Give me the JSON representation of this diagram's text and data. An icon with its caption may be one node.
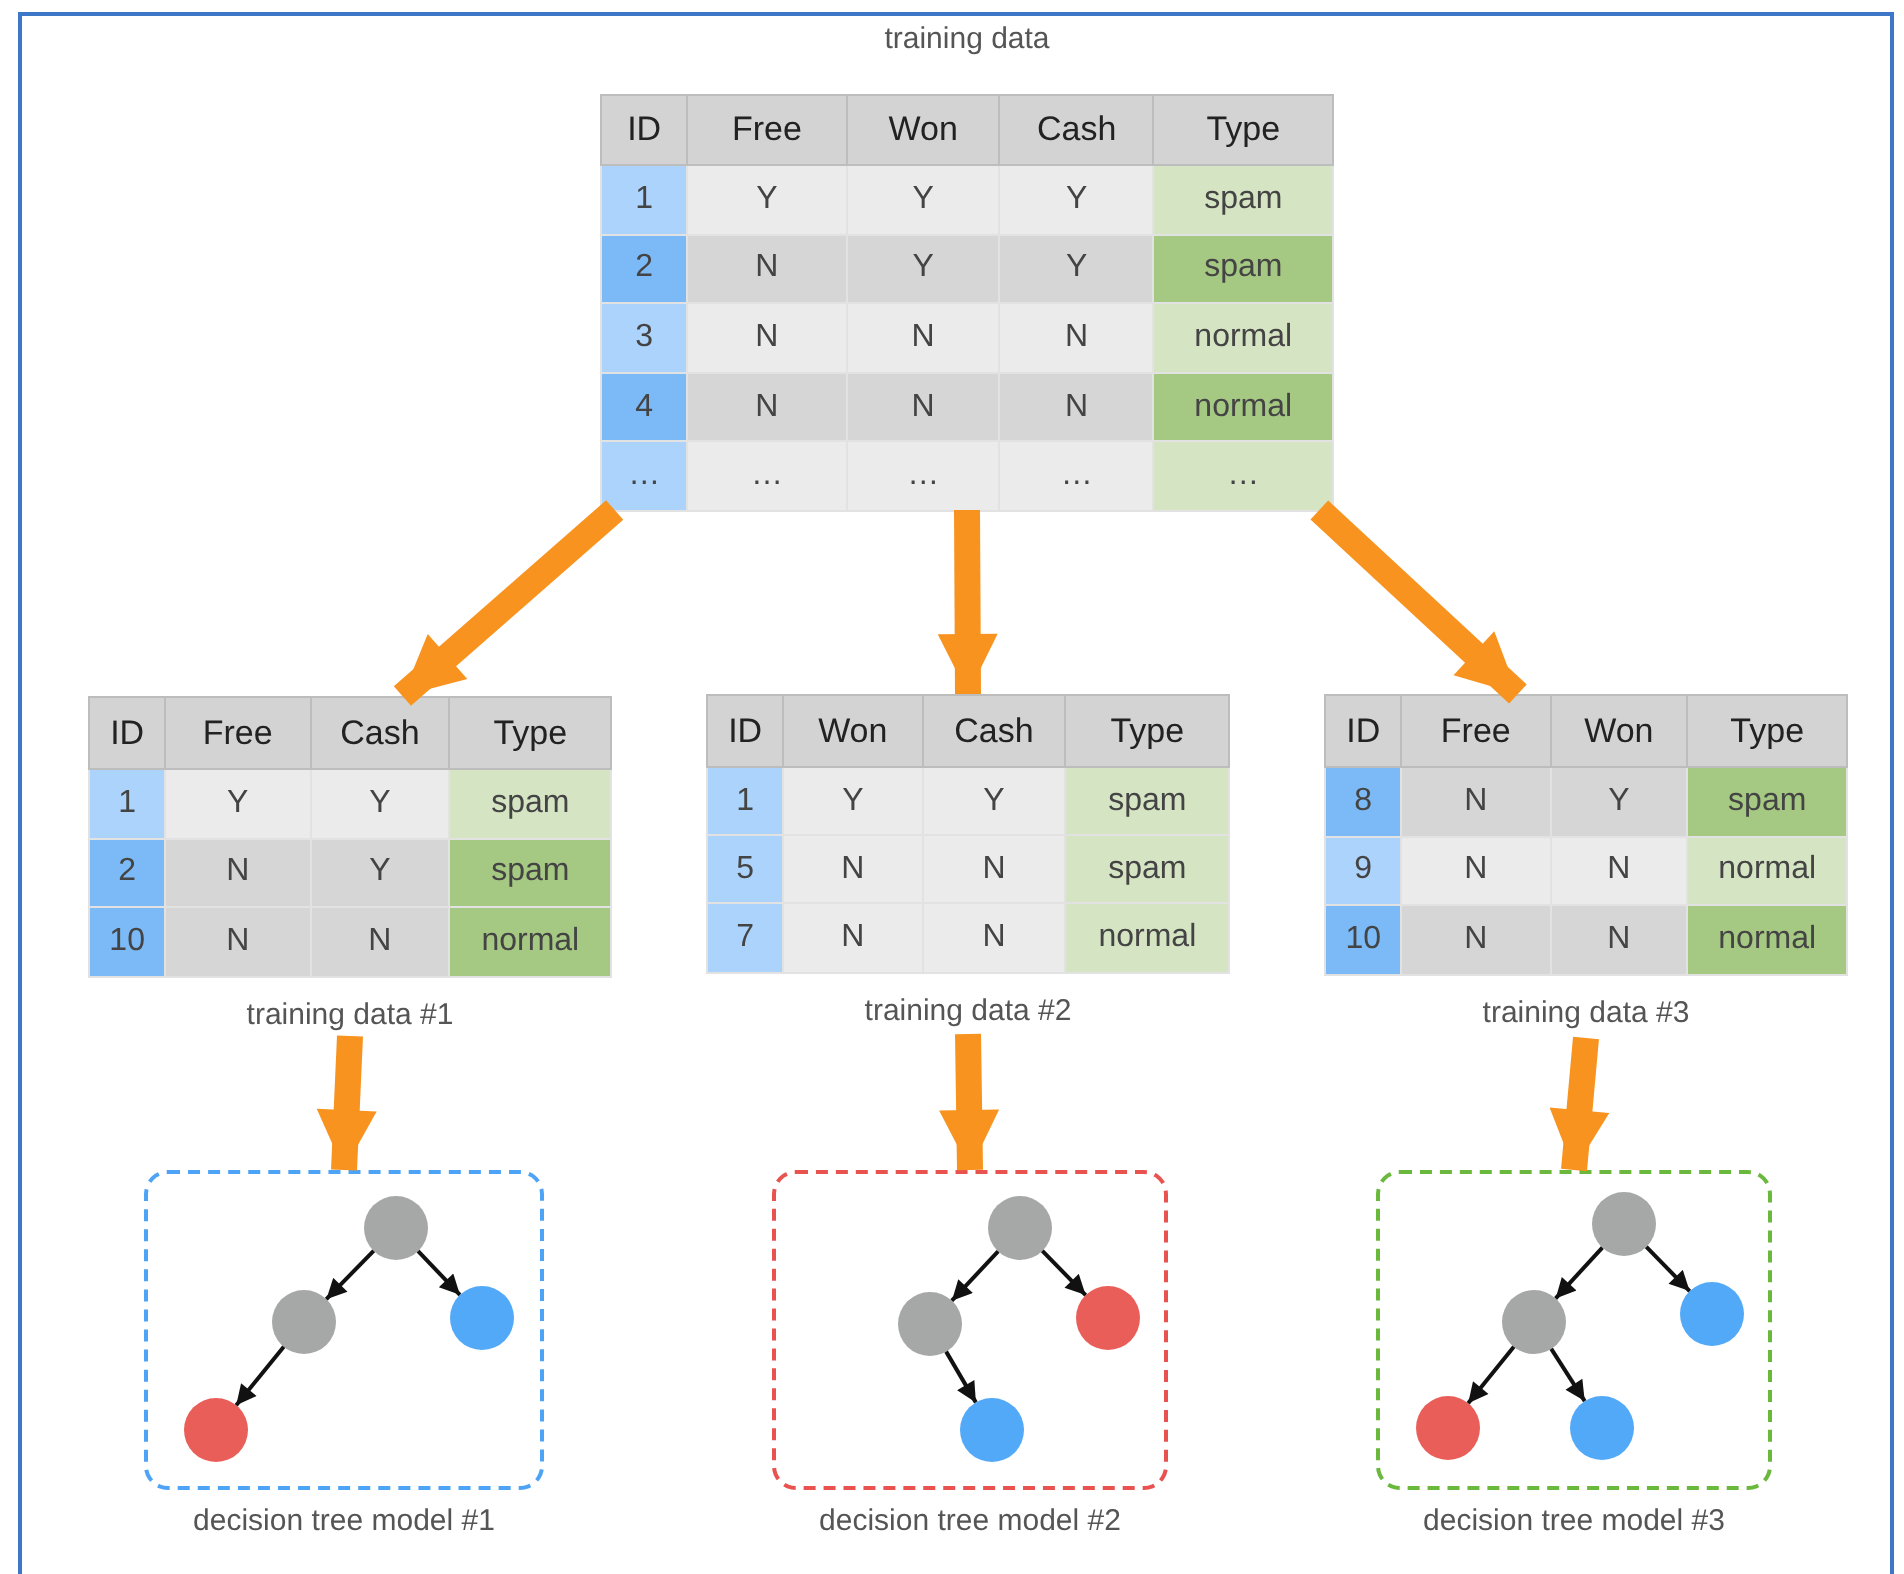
{
  "diagram": {
    "nodes": [
      {
        "text": [
          "training data"
        ]
      },
      {
        "text": [
          "training data #1"
        ]
      },
      {
        "text": [
          "training data #2"
        ]
      },
      {
        "text": [
          "training data #3"
        ]
      },
      {
        "text": [
          "decision tree model #1"
        ]
      },
      {
        "text": [],
        "shape": "circle",
        "in": 4
      },
      {
        "text": [],
        "shape": "circle",
        "in": 4
      },
      {
        "text": [],
        "shape": "circle",
        "in": 4
      },
      {
        "text": [],
        "shape": "circle",
        "in": 4
      },
      {
        "text": [
          "decision tree model #2"
        ]
      },
      {
        "text": [],
        "shape": "circle",
        "in": 9
      },
      {
        "text": [],
        "shape": "circle",
        "in": 9
      },
      {
        "text": [],
        "shape": "circle",
        "in": 9
      },
      {
        "text": [],
        "shape": "circle",
        "in": 9
      },
      {
        "text": [
          "decision tree model #3"
        ]
      },
      {
        "text": [],
        "shape": "circle",
        "in": 14
      },
      {
        "text": [],
        "shape": "circle",
        "in": 14
      },
      {
        "text": [],
        "shape": "circle",
        "in": 14
      },
      {
        "text": [],
        "shape": "circle",
        "in": 14
      },
      {
        "text": [],
        "shape": "circle",
        "in": 14
      }
    ],
    "edges": [
      {
        "from": 0,
        "to": 1,
        "arrow": "to",
        "style": "thick",
        "color": "#f7931e"
      },
      {
        "from": 0,
        "to": 2,
        "arrow": "to",
        "style": "thick",
        "color": "#f7931e"
      },
      {
        "from": 0,
        "to": 3,
        "arrow": "to",
        "style": "thick",
        "color": "#f7931e"
      },
      {
        "from": 1,
        "to": 4,
        "arrow": "to",
        "style": "thick",
        "color": "#f7931e"
      },
      {
        "from": 2,
        "to": 9,
        "arrow": "to",
        "style": "thick",
        "color": "#f7931e"
      },
      {
        "from": 3,
        "to": 14,
        "arrow": "to",
        "style": "thick",
        "color": "#f7931e"
      },
      {
        "from": 5,
        "to": 6,
        "arrow": "to"
      },
      {
        "from": 5,
        "to": 7,
        "arrow": "to"
      },
      {
        "from": 6,
        "to": 8,
        "arrow": "to"
      },
      {
        "from": 10,
        "to": 11,
        "arrow": "to"
      },
      {
        "from": 10,
        "to": 12,
        "arrow": "to"
      },
      {
        "from": 11,
        "to": 13,
        "arrow": "to"
      },
      {
        "from": 15,
        "to": 16,
        "arrow": "to"
      },
      {
        "from": 15,
        "to": 17,
        "arrow": "to"
      },
      {
        "from": 16,
        "to": 18,
        "arrow": "to"
      },
      {
        "from": 16,
        "to": 19,
        "arrow": "to"
      }
    ],
    "labels": [
      "ID",
      "Free",
      "Won",
      "Cash",
      "Type",
      "1",
      "Y",
      "Y",
      "Y",
      "spam",
      "2",
      "N",
      "Y",
      "Y",
      "spam",
      "3",
      "N",
      "N",
      "N",
      "normal",
      "4",
      "N",
      "N",
      "N",
      "normal",
      "…",
      "…",
      "…",
      "…",
      "…",
      "ID",
      "Free",
      "Cash",
      "Type",
      "1",
      "Y",
      "Y",
      "spam",
      "2",
      "N",
      "Y",
      "spam",
      "10",
      "N",
      "N",
      "normal",
      "ID",
      "Won",
      "Cash",
      "Type",
      "1",
      "Y",
      "Y",
      "spam",
      "5",
      "N",
      "N",
      "spam",
      "7",
      "N",
      "N",
      "normal",
      "ID",
      "Free",
      "Won",
      "Type",
      "8",
      "N",
      "Y",
      "spam",
      "9",
      "N",
      "N",
      "normal",
      "10",
      "N",
      "N",
      "normal"
    ]
  }
}
